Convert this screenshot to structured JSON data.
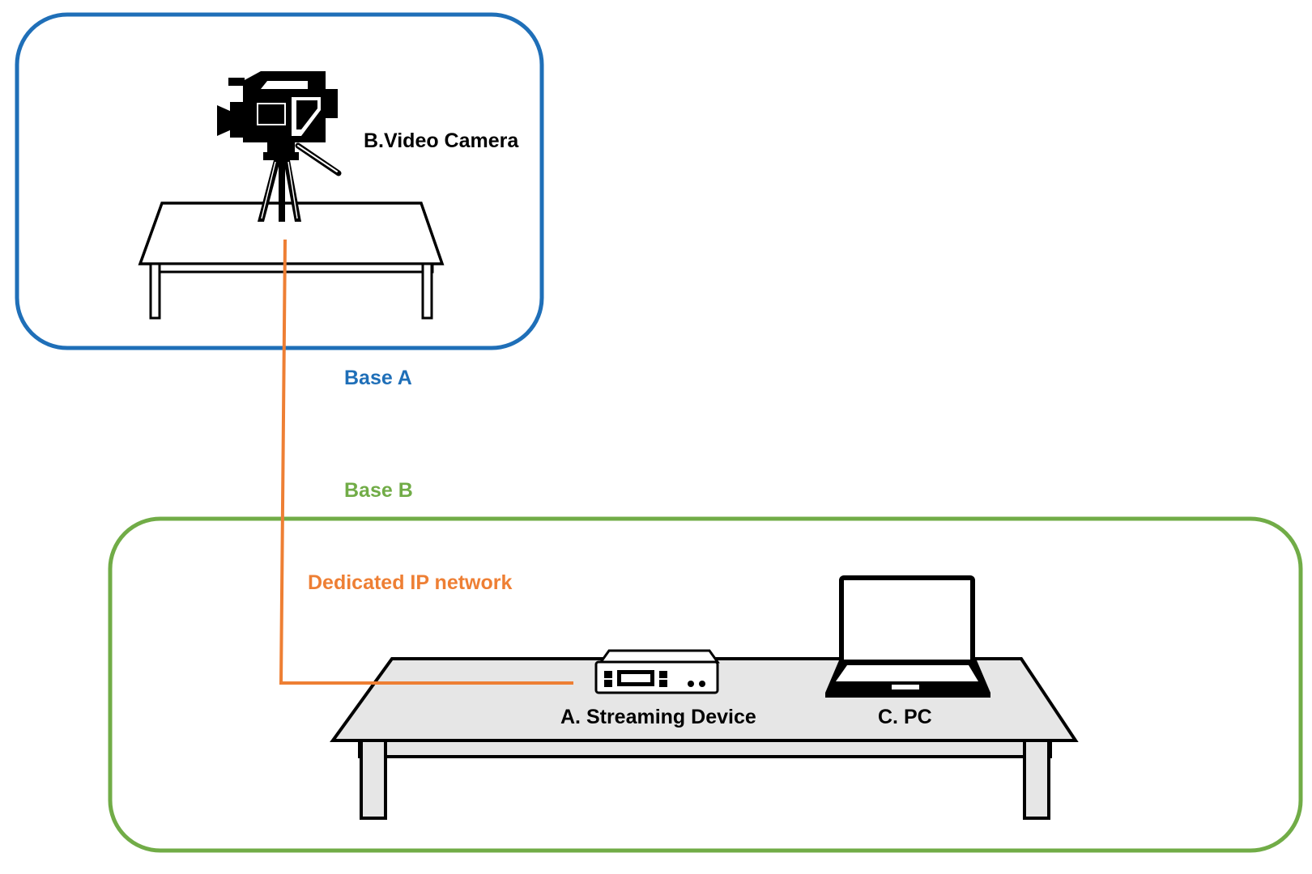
{
  "zones": {
    "base_a": {
      "label": "Base A",
      "color": "#1f6fb8"
    },
    "base_b": {
      "label": "Base B",
      "color": "#71ac47"
    }
  },
  "devices": {
    "camera": {
      "label": "B.Video Camera",
      "icon": "video-camera-on-tripod"
    },
    "streaming": {
      "label": "A. Streaming Device",
      "icon": "streaming-device"
    },
    "pc": {
      "label": "C. PC",
      "icon": "laptop"
    }
  },
  "connection": {
    "label": "Dedicated IP network",
    "color": "#ee7f34"
  }
}
